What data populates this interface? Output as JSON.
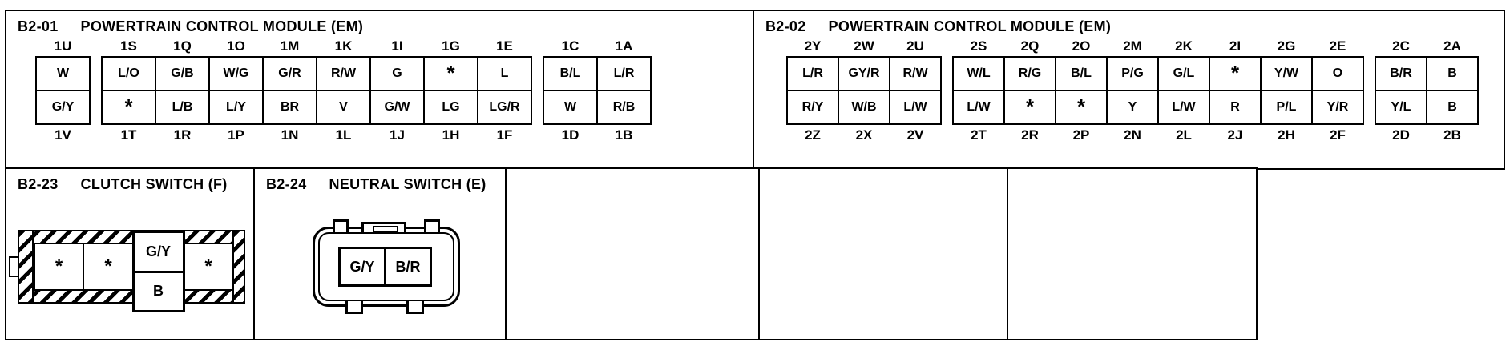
{
  "page": {
    "background": "#ffffff",
    "ink": "#000000"
  },
  "connectors": {
    "b201": {
      "id": "B2-01",
      "title": "POWERTRAIN CONTROL MODULE (EM)",
      "groups": [
        {
          "top_labels": [
            "1U"
          ],
          "top_cells": [
            "W"
          ],
          "bottom_cells": [
            "G/Y"
          ],
          "bottom_labels": [
            "1V"
          ]
        },
        {
          "top_labels": [
            "1S",
            "1Q",
            "1O",
            "1M",
            "1K",
            "1I",
            "1G",
            "1E"
          ],
          "top_cells": [
            "L/O",
            "G/B",
            "W/G",
            "G/R",
            "R/W",
            "G",
            "*",
            "L"
          ],
          "bottom_cells": [
            "*",
            "L/B",
            "L/Y",
            "BR",
            "V",
            "G/W",
            "LG",
            "LG/R"
          ],
          "bottom_labels": [
            "1T",
            "1R",
            "1P",
            "1N",
            "1L",
            "1J",
            "1H",
            "1F"
          ]
        },
        {
          "top_labels": [
            "1C",
            "1A"
          ],
          "top_cells": [
            "B/L",
            "L/R"
          ],
          "bottom_cells": [
            "W",
            "R/B"
          ],
          "bottom_labels": [
            "1D",
            "1B"
          ]
        }
      ]
    },
    "b202": {
      "id": "B2-02",
      "title": "POWERTRAIN CONTROL MODULE (EM)",
      "groups": [
        {
          "top_labels": [
            "2Y",
            "2W",
            "2U"
          ],
          "top_cells": [
            "L/R",
            "GY/R",
            "R/W"
          ],
          "bottom_cells": [
            "R/Y",
            "W/B",
            "L/W"
          ],
          "bottom_labels": [
            "2Z",
            "2X",
            "2V"
          ]
        },
        {
          "top_labels": [
            "2S",
            "2Q",
            "2O",
            "2M",
            "2K",
            "2I",
            "2G",
            "2E"
          ],
          "top_cells": [
            "W/L",
            "R/G",
            "B/L",
            "P/G",
            "G/L",
            "*",
            "Y/W",
            "O"
          ],
          "bottom_cells": [
            "L/W",
            "*",
            "*",
            "Y",
            "L/W",
            "R",
            "P/L",
            "Y/R"
          ],
          "bottom_labels": [
            "2T",
            "2R",
            "2P",
            "2N",
            "2L",
            "2J",
            "2H",
            "2F"
          ]
        },
        {
          "top_labels": [
            "2C",
            "2A"
          ],
          "top_cells": [
            "B/R",
            "B"
          ],
          "bottom_cells": [
            "Y/L",
            "B"
          ],
          "bottom_labels": [
            "2D",
            "2B"
          ]
        }
      ]
    },
    "b223": {
      "id": "B2-23",
      "title": "CLUTCH SWITCH (F)",
      "cells": [
        "*",
        "*",
        "*"
      ],
      "stacked_cell": {
        "top": "G/Y",
        "bottom": "B"
      }
    },
    "b224": {
      "id": "B2-24",
      "title": "NEUTRAL SWITCH (E)",
      "cells": [
        "G/Y",
        "B/R"
      ]
    }
  }
}
